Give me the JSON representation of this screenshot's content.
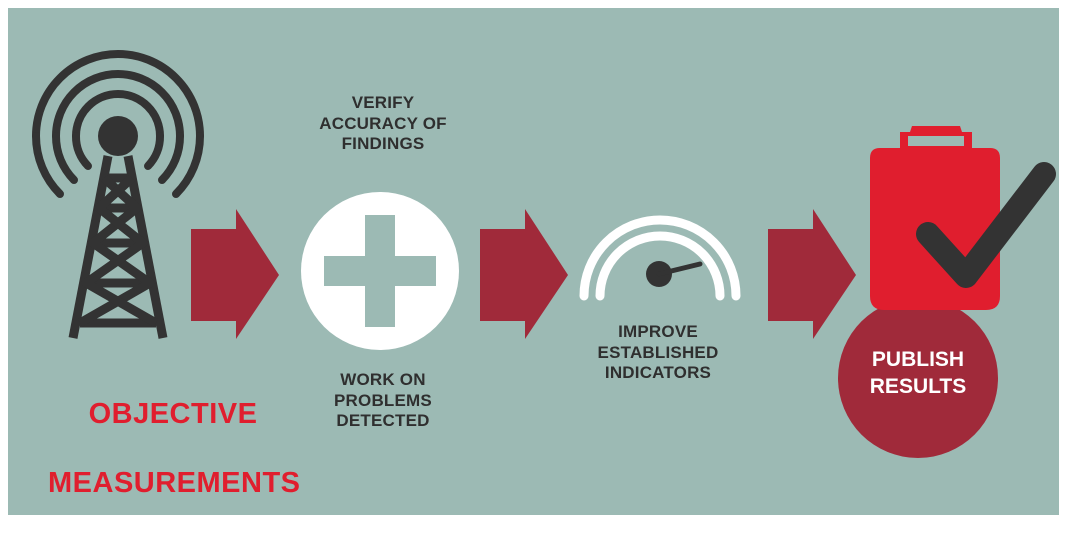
{
  "colors": {
    "background": "#9cbab4",
    "arrow": "#a02a3a",
    "accent_red": "#e01e2e",
    "dark": "#333333",
    "white": "#ffffff"
  },
  "icons": [
    "radio-tower-icon",
    "plus-icon",
    "gauge-icon",
    "clipboard-check-icon"
  ],
  "steps": [
    {
      "label_line1": "OBJECTIVE",
      "label_line2": "MEASUREMENTS"
    },
    {
      "top_label": "VERIFY\nACCURACY OF\nFINDINGS",
      "bottom_label": "WORK ON\nPROBLEMS\nDETECTED"
    },
    {
      "label": "IMPROVE\nESTABLISHED\nINDICATORS"
    },
    {
      "label": "PUBLISH\nRESULTS"
    }
  ]
}
